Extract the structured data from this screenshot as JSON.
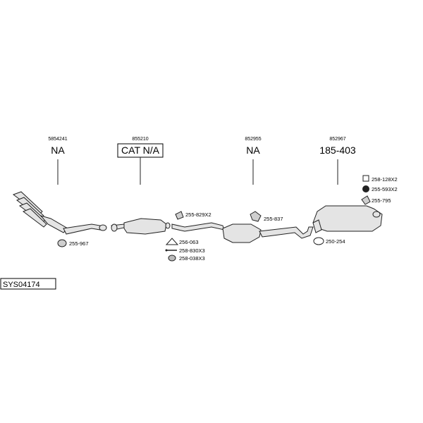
{
  "system_code": "SYS04174",
  "sections": [
    {
      "part_number": "5854241",
      "price": "NA"
    },
    {
      "part_number": "855210",
      "price": "CAT N/A"
    },
    {
      "part_number": "852955",
      "price": "NA"
    },
    {
      "part_number": "852967",
      "price": "185-403"
    }
  ],
  "small_parts": [
    "255-967",
    "255-829X2",
    "256-063",
    "258-830X3",
    "258-038X3",
    "255-837",
    "250-254",
    "258-128X2",
    "255-593X2",
    "255-795"
  ]
}
